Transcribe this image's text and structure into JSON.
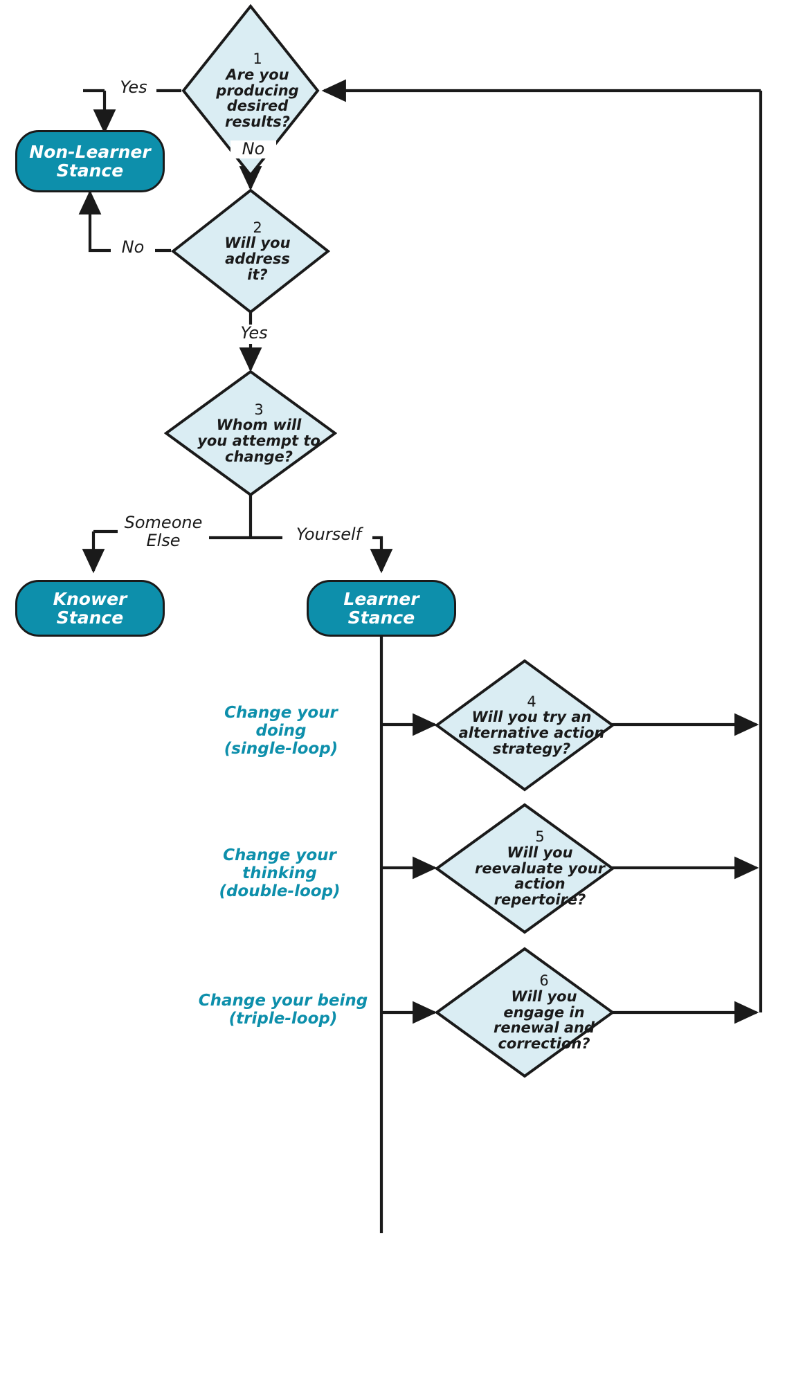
{
  "diagram": {
    "title": "Learner Stance Decision Flowchart",
    "colors": {
      "teal": "#0d8fab",
      "diamond_fill": "#daedf3",
      "stroke": "#1a1a1a",
      "stance_text": "#ffffff"
    }
  },
  "decisions": [
    {
      "number": "1",
      "text": "Are you\nproducing desired\nresults?"
    },
    {
      "number": "2",
      "text": "Will you\naddress\nit?"
    },
    {
      "number": "3",
      "text": "Whom will\nyou attempt to\nchange?"
    },
    {
      "number": "4",
      "text": "Will you try an\nalternative action\nstrategy?"
    },
    {
      "number": "5",
      "text": "Will you\nreevaluate your\naction\nrepertoire?"
    },
    {
      "number": "6",
      "text": "Will you\nengage in\nrenewal and\ncorrection?"
    }
  ],
  "stances": [
    {
      "id": "non-learner",
      "text": "Non-Learner\nStance"
    },
    {
      "id": "knower",
      "text": "Knower\nStance"
    },
    {
      "id": "learner",
      "text": "Learner\nStance"
    }
  ],
  "edge_labels": [
    {
      "id": "d1-yes",
      "text": "Yes"
    },
    {
      "id": "d1-no",
      "text": "No"
    },
    {
      "id": "d2-no",
      "text": "No"
    },
    {
      "id": "d2-yes",
      "text": "Yes"
    },
    {
      "id": "d3-someone-else",
      "text": "Someone\nElse"
    },
    {
      "id": "d3-yourself",
      "text": "Yourself"
    }
  ],
  "loop_captions": [
    {
      "id": "single-loop",
      "text": "Change your doing\n(single-loop)"
    },
    {
      "id": "double-loop",
      "text": "Change your thinking\n(double-loop)"
    },
    {
      "id": "triple-loop",
      "text": "Change your being\n(triple-loop)"
    }
  ]
}
